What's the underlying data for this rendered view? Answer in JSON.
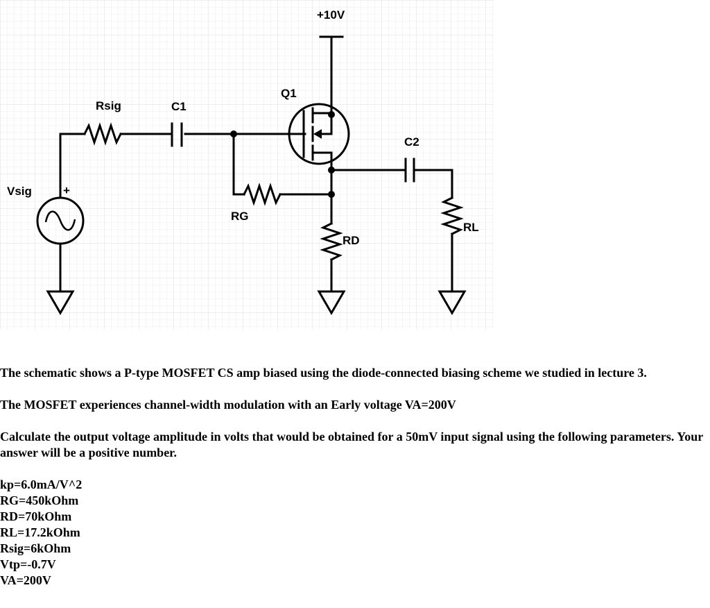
{
  "schematic": {
    "labels": {
      "supply": "+10V",
      "transistor": "Q1",
      "rsig": "Rsig",
      "c1": "C1",
      "c2": "C2",
      "vsig": "Vsig",
      "plus": "+",
      "rg": "RG",
      "rd": "RD",
      "rl": "RL"
    }
  },
  "problem": {
    "intro": "The schematic shows a P-type MOSFET CS amp biased using the diode-connected biasing scheme we studied in lecture 3.",
    "early": "The MOSFET experiences channel-width modulation with an Early voltage VA=200V",
    "question": "Calculate the output voltage amplitude in volts that would be obtained for a 50mV input signal using the following parameters.  Your answer will be a positive number.",
    "params": [
      "kp=6.0mA/V^2",
      "RG=450kOhm",
      "RD=70kOhm",
      "RL=17.2kOhm",
      "Rsig=6kOhm",
      "Vtp=-0.7V",
      "VA=200V"
    ]
  }
}
